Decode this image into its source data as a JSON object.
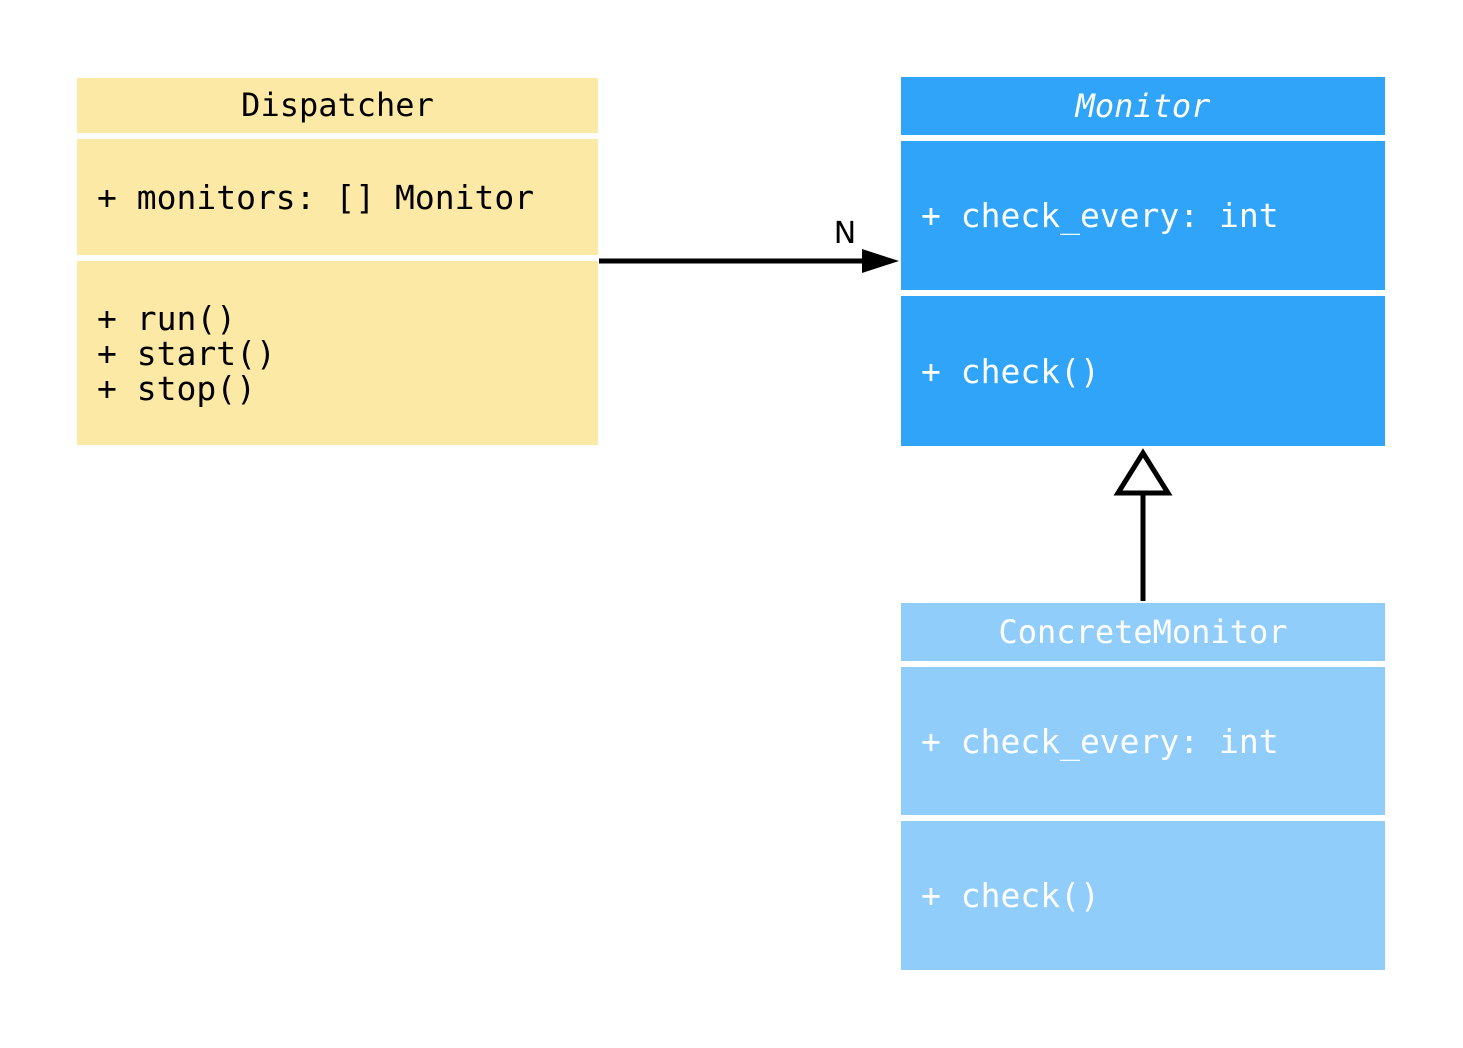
{
  "diagram": {
    "background_color": "#ffffff",
    "classes": {
      "dispatcher": {
        "name": "Dispatcher",
        "attributes": [
          "+ monitors: [] Monitor"
        ],
        "methods": [
          "+ run()",
          "+ start()",
          "+ stop()"
        ],
        "fill_color": "#fce9a6",
        "text_color": "#000000"
      },
      "monitor": {
        "name": "Monitor",
        "attributes": [
          "+ check_every: int"
        ],
        "methods": [
          "+ check()"
        ],
        "fill_color": "#2fa4f8",
        "text_color": "#ffffff"
      },
      "concrete_monitor": {
        "name": "ConcreteMonitor",
        "attributes": [
          "+ check_every: int"
        ],
        "methods": [
          "+ check()"
        ],
        "fill_color": "#90cdfa",
        "text_color": "#ffffff"
      }
    },
    "edges": {
      "association": {
        "from": "Dispatcher",
        "to": "Monitor",
        "label": "N",
        "style": "solid-filled-arrow",
        "color": "#000000"
      },
      "generalization": {
        "from": "ConcreteMonitor",
        "to": "Monitor",
        "style": "hollow-triangle",
        "color": "#000000"
      }
    }
  }
}
